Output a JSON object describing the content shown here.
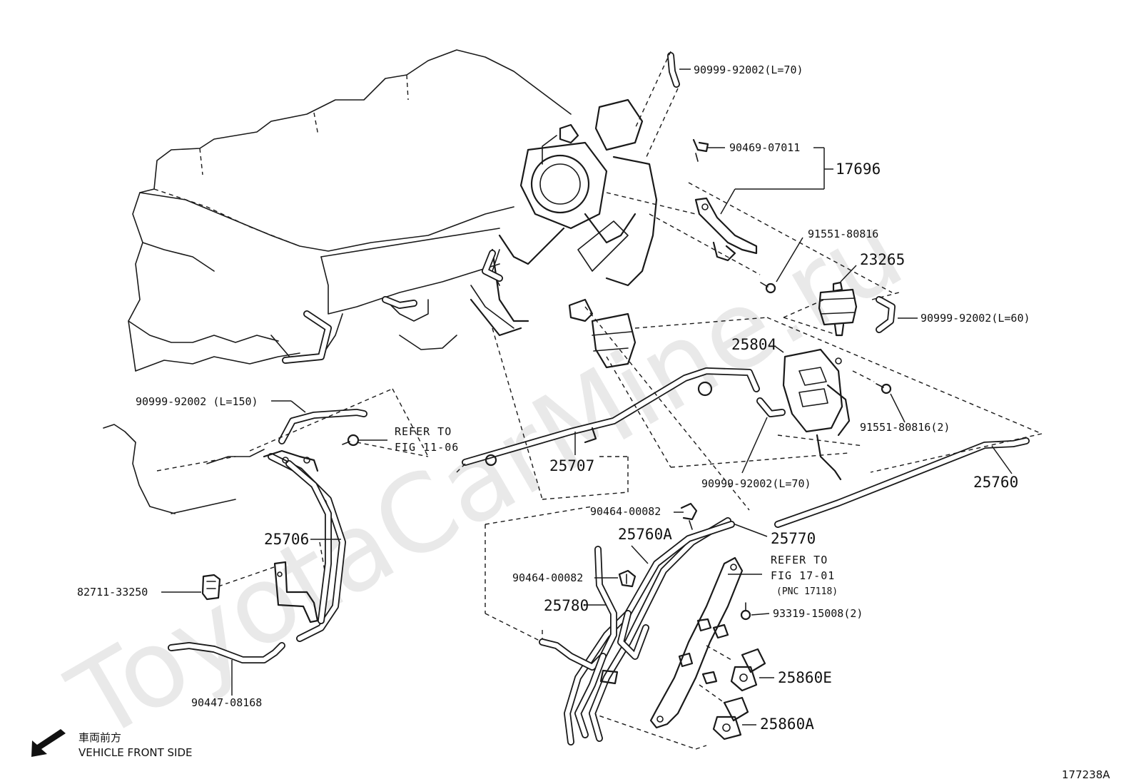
{
  "watermark": "ToyotaCarMine.ru",
  "figure_id": "177238A",
  "direction": {
    "label_jp": "車両前方",
    "label_en": "VEHICLE FRONT SIDE",
    "icon": "arrow-down-left-icon"
  },
  "callouts": {
    "hose_top": "90999-92002(L=70)",
    "clip_top": "90469-07011",
    "assy_17696": "17696",
    "bolt_1": "91551-80816",
    "valve_23265": "23265",
    "hose_l60": "90999-92002(L=60)",
    "bracket_25804": "25804",
    "bolt_2": "91551-80816(2)",
    "pipe_25760": "25760",
    "hose_l70_mid": "90999-92002(L=70)",
    "pipe_25707": "25707",
    "hose_l150": "90999-92002 (L=150)",
    "refer_1106_line1": "REFER TO",
    "refer_1106_line2": "FIG 11-06",
    "pipe_25706": "25706",
    "connector_82711": "82711-33250",
    "hose_90447": "90447-08168",
    "clamp_1": "90464-00082",
    "pipe_25760A": "25760A",
    "pipe_25770": "25770",
    "refer_1701_line1": "REFER TO",
    "refer_1701_line2": "FIG 17-01",
    "refer_1701_line3": "(PNC 17118)",
    "clamp_2": "90464-00082",
    "pipe_25780": "25780",
    "bolt_93319": "93319-15008(2)",
    "valve_25860E": "25860E",
    "valve_25860A": "25860A"
  }
}
